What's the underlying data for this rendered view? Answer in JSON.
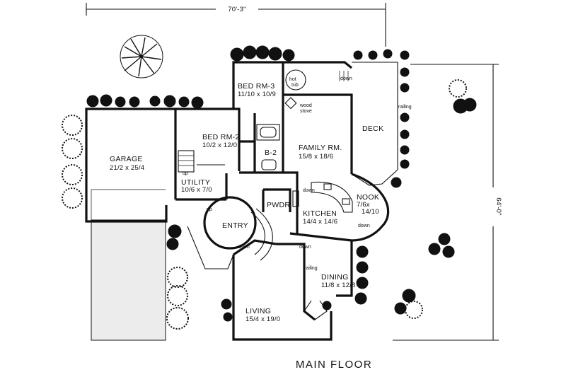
{
  "plan_title": "MAIN FLOOR",
  "dimensions": {
    "width": "70'-3\"",
    "depth": "64'-0\""
  },
  "rooms": {
    "bed3": {
      "name": "BED  RM-3",
      "size": "11/10 x 10/9"
    },
    "bed2": {
      "name": "BED RM-2",
      "size": "10/2 x 12/0"
    },
    "garage": {
      "name": "GARAGE",
      "size": "21/2 x 25/4"
    },
    "utility": {
      "name": "UTILITY",
      "size": "10/6 x 7/0"
    },
    "bath2": {
      "name": "B-2"
    },
    "family": {
      "name": "FAMILY RM.",
      "size": "15/8 x 18/6"
    },
    "deck": {
      "name": "DECK"
    },
    "nook": {
      "name": "NOOK",
      "size1": "7/6x",
      "size2": "14/10"
    },
    "kitchen": {
      "name": "KITCHEN",
      "size": "14/4 x 14/6"
    },
    "pwdr": {
      "name": "PWDR"
    },
    "entry": {
      "name": "ENTRY"
    },
    "dining": {
      "name": "DINING",
      "size": "11/8 x 12/8"
    },
    "living": {
      "name": "LIVING",
      "size": "15/4 x 19/0"
    }
  },
  "annotations": {
    "hot_tub1": "hot",
    "hot_tub2": "tub",
    "wood_stove1": "wood",
    "wood_stove2": "stove",
    "railing_deck": "railing",
    "railing_dining": "railing",
    "down_deck": "down",
    "down_family": "down",
    "down_kitchen": "down",
    "down_nook": "down",
    "down_entry": "down",
    "up_entry": "up",
    "up_utility": "up"
  }
}
